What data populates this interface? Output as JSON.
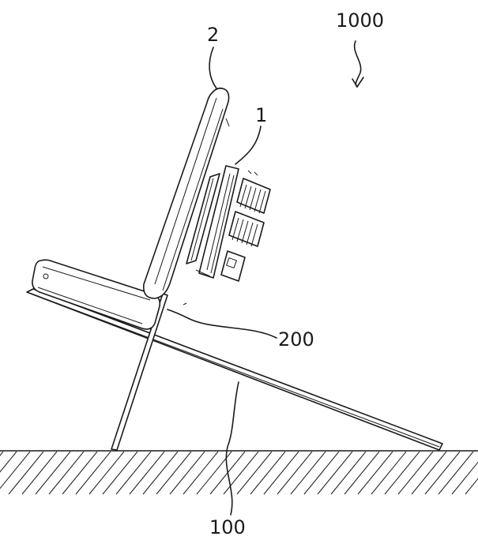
{
  "labels": {
    "assembly": "1000",
    "seat": "2",
    "device": "1",
    "support": "200",
    "base": "100"
  },
  "colors": {
    "line": "#1a1a1a",
    "background": "#ffffff"
  }
}
